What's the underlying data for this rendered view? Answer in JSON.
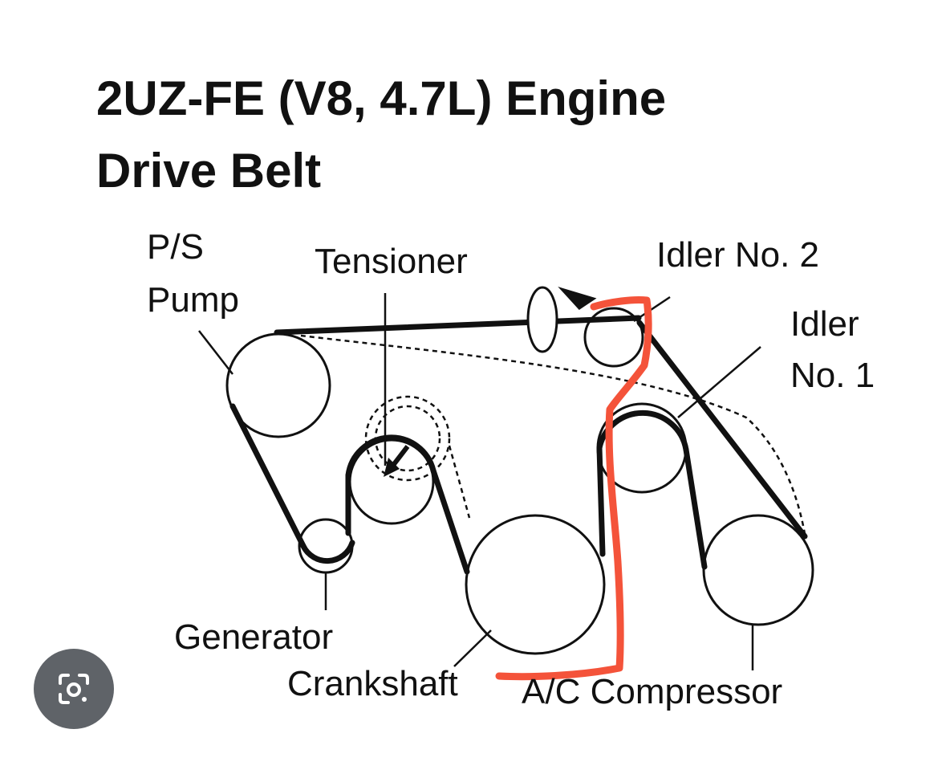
{
  "title": {
    "line1": "2UZ-FE (V8, 4.7L) Engine",
    "line2": "Drive Belt"
  },
  "labels": {
    "ps_pump_line1": "P/S",
    "ps_pump_line2": "Pump",
    "tensioner": "Tensioner",
    "idler2": "Idler No. 2",
    "idler1_line1": "Idler",
    "idler1_line2": "No. 1",
    "generator": "Generator",
    "crankshaft": "Crankshaft",
    "ac_compressor": "A/C Compressor"
  },
  "colors": {
    "belt": "#111111",
    "annotation": "#f4533a",
    "lens_button_bg": "#5f6368"
  },
  "icons": {
    "lens": "lens-camera-icon"
  }
}
